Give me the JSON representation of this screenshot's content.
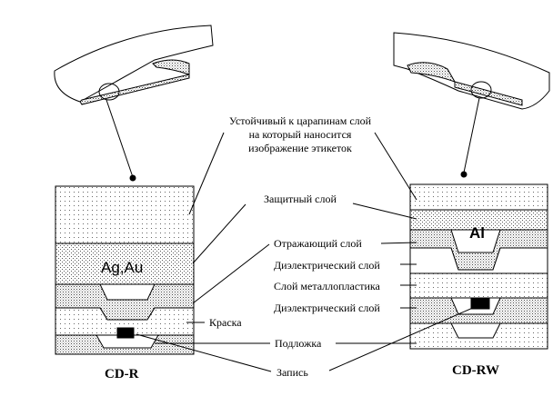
{
  "labels": {
    "scratch_l1": "Устойчивый к царапинам слой",
    "scratch_l2": "на который наносится",
    "scratch_l3": "изображение этикеток",
    "protective": "Защитный слой",
    "reflective": "Отражающий слой",
    "dielectric1": "Диэлектрический слой",
    "metalloplastic": "Слой металлопластика",
    "dielectric2": "Диэлектрический слой",
    "substrate": "Подложка",
    "recording": "Запись",
    "dye": "Краска"
  },
  "cdr": {
    "title": "CD-R",
    "metal": "Ag,Au"
  },
  "cdrw": {
    "title": "CD-RW",
    "metal": "Al"
  },
  "colors": {
    "line": "#000000",
    "background": "#ffffff"
  }
}
